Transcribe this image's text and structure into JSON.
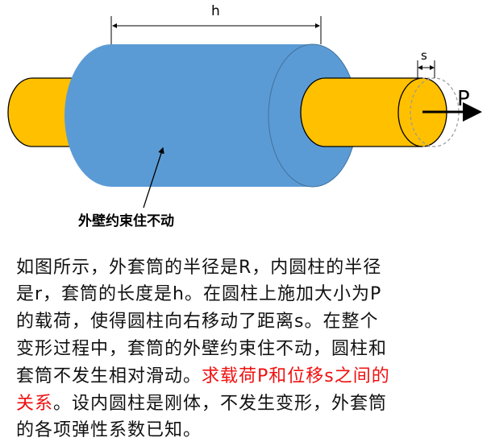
{
  "diagram": {
    "dimension_h": "h",
    "dimension_s": "s",
    "load_label": "P",
    "annotation": "外壁约束住不动",
    "colors": {
      "sleeve": "#5b9bd5",
      "cylinder": "#ffc000",
      "highlight": "#f01010"
    }
  },
  "text_lines": [
    [
      {
        "t": "如图所示，外套筒的半径是R，内圆柱的半径"
      }
    ],
    [
      {
        "t": "是r，套筒的长度是h。在圆柱上施加大小为P"
      }
    ],
    [
      {
        "t": "的载荷，使得圆柱向右移动了距离s。在整个"
      }
    ],
    [
      {
        "t": "变形过程中，套筒的外壁约束住不动，圆柱和"
      }
    ],
    [
      {
        "t": "套筒不发生相对滑动。"
      },
      {
        "t": "求载荷P和位移s之间的",
        "red": true
      }
    ],
    [
      {
        "t": "关系",
        "red": true
      },
      {
        "t": "。设内圆柱是刚体，不发生变形，外套筒"
      }
    ],
    [
      {
        "t": "的各项弹性系数已知。"
      }
    ]
  ]
}
